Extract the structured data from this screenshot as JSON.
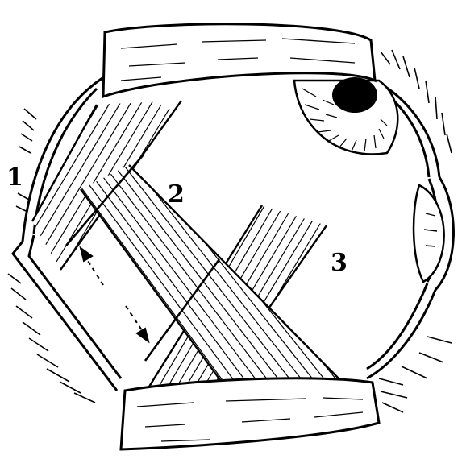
{
  "labels": {
    "one": "1",
    "two": "2",
    "three": "3"
  },
  "colors": {
    "ink": "#000000",
    "paper": "#ffffff"
  }
}
